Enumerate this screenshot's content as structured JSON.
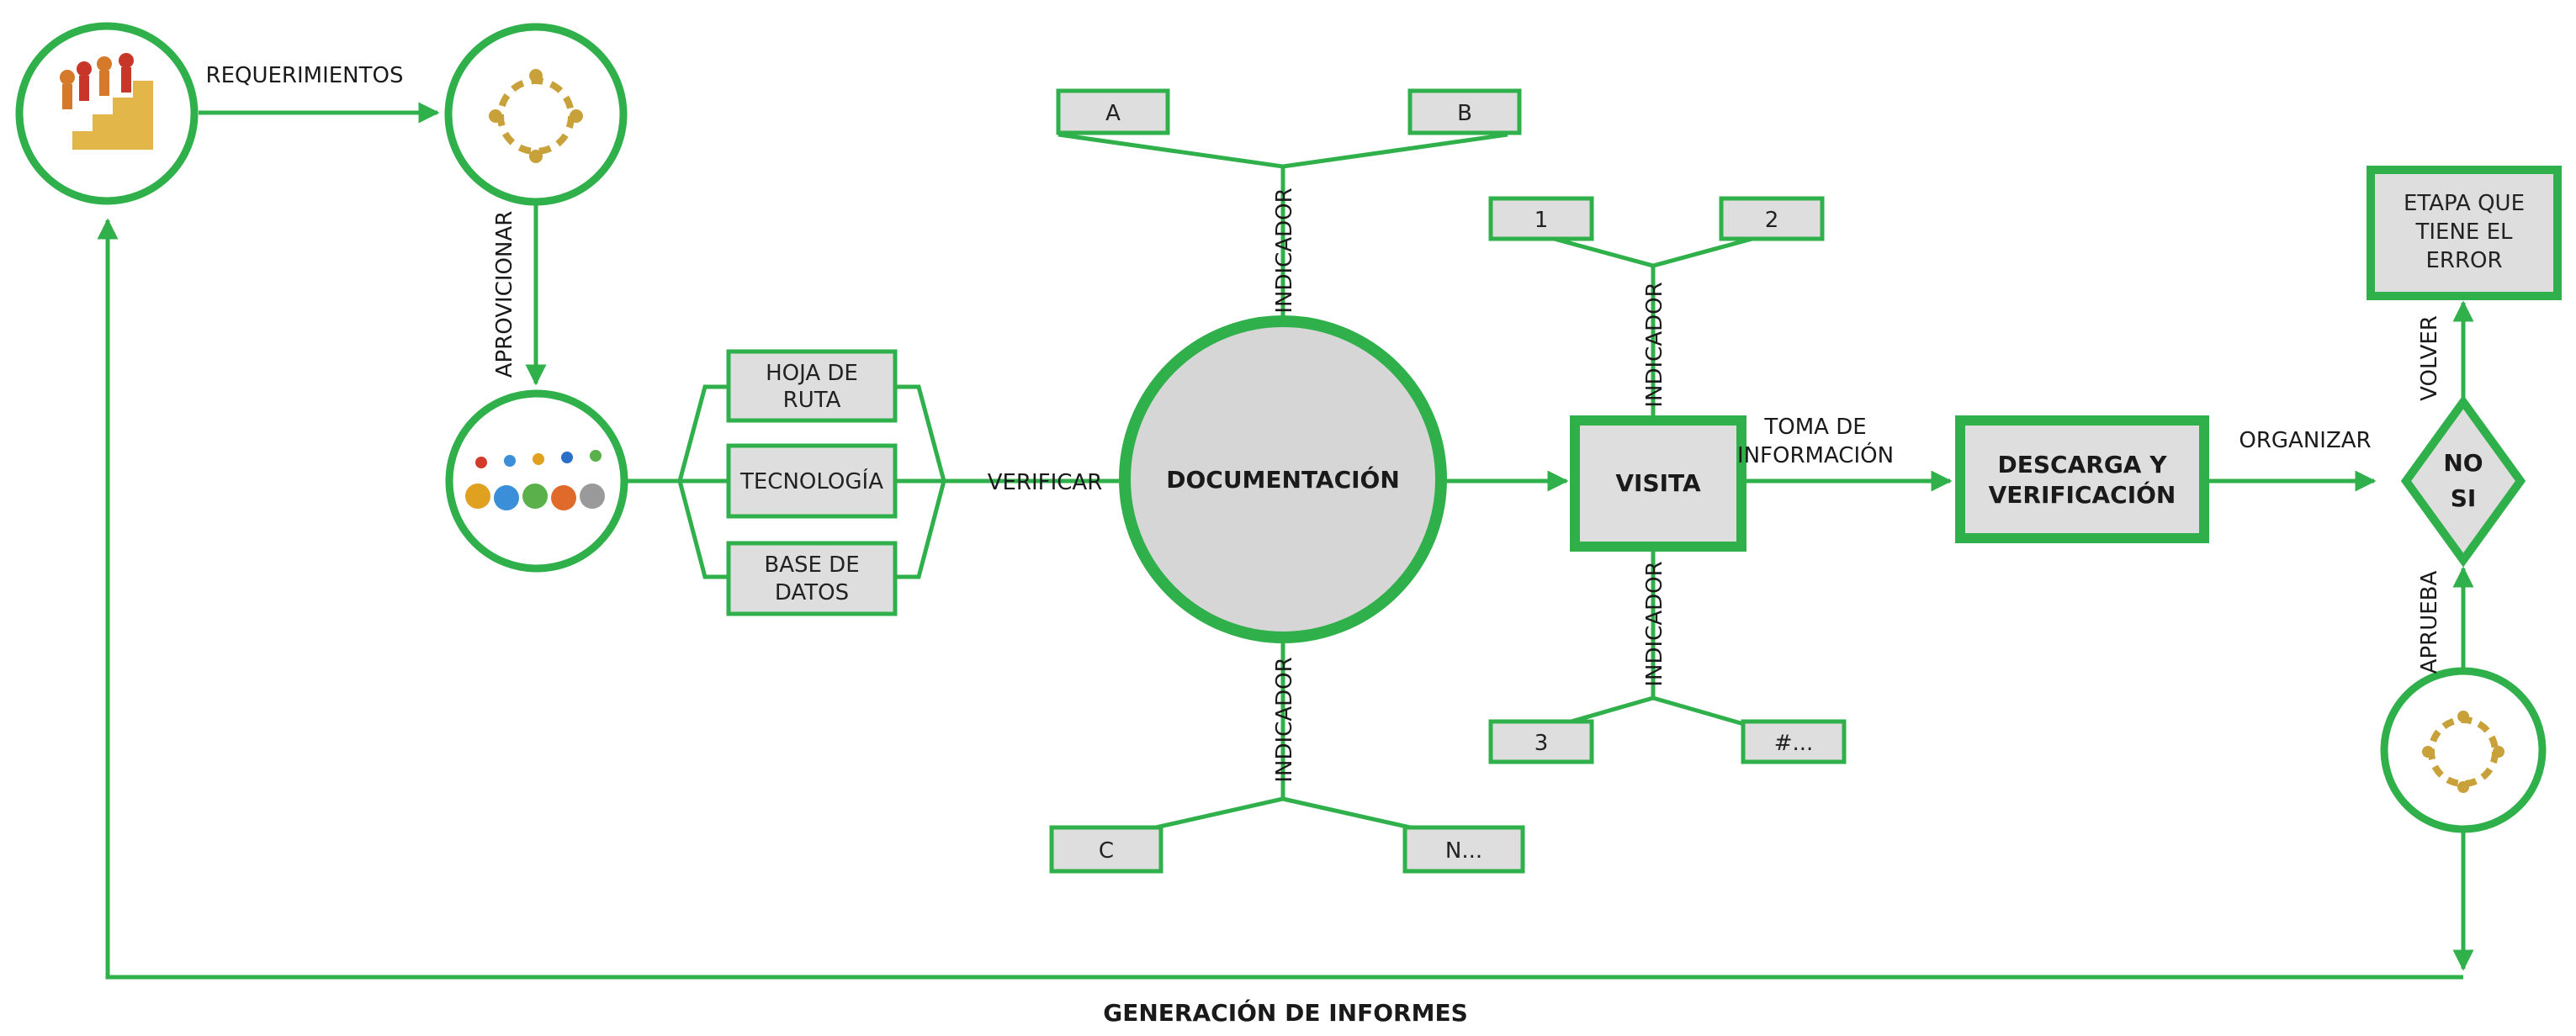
{
  "colors": {
    "accent": "#2fb04a",
    "box_fill": "#dedede"
  },
  "icons": {
    "top_left": "team-staircase-icon",
    "top_middle": "people-puzzle-ring-icon",
    "left_middle": "people-on-gears-icon",
    "bottom_right": "people-puzzle-ring-icon"
  },
  "edges": {
    "requerimientos": "REQUERIMIENTOS",
    "aprovicionar": "APROVICIONAR",
    "verificar": "VERIFICAR",
    "toma_line1": "TOMA DE",
    "toma_line2": "INFORMACIÓN",
    "organizar": "ORGANIZAR",
    "volver": "VOLVER",
    "aprueba": "APRUEBA",
    "indicador": "INDICADOR"
  },
  "boxes": {
    "hoja_l1": "HOJA DE",
    "hoja_l2": "RUTA",
    "tecnologia": "TECNOLOGÍA",
    "base_l1": "BASE DE",
    "base_l2": "DATOS",
    "a": "A",
    "b": "B",
    "c": "C",
    "n": "N...",
    "one": "1",
    "two": "2",
    "three": "3",
    "hash": "#..."
  },
  "nodes": {
    "documentacion": "DOCUMENTACIÓN",
    "visita": "VISITA",
    "descarga_l1": "DESCARGA Y",
    "descarga_l2": "VERIFICACIÓN",
    "decision_no": "NO",
    "decision_si": "SI",
    "etapa_l1": "ETAPA QUE",
    "etapa_l2": "TIENE EL",
    "etapa_l3": "ERROR"
  },
  "footer": {
    "title": "GENERACIÓN DE INFORMES"
  }
}
